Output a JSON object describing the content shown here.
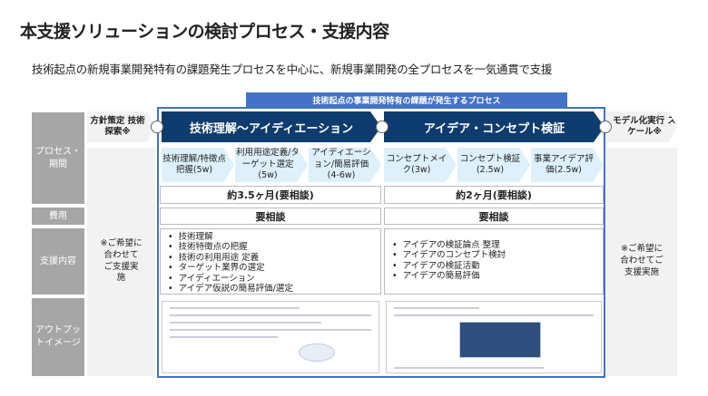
{
  "title": "本支援ソリューションの検討プロセス・支援内容",
  "subtitle": "技術起点の新規事業開発特有の課題発生プロセスを中心に、新規事業開発の全プロセスを一気通貫で支援",
  "highlight_label": "技術起点の事業開発特有の課題が発生するプロセス",
  "row_labels": {
    "process": "プロセス・期間",
    "cost": "費用",
    "support": "支援内容",
    "output": "アウトプットイメージ"
  },
  "pre_phase": "方針策定 技術探索※",
  "post_phase": "モデル化実行 スケール※",
  "side_note": "※ご希望に合わせてご支援実施",
  "phases": [
    {
      "title": "技術理解～アイディエーション",
      "steps": [
        "技術理解/特徴点把握(5w)",
        "利用用途定義/ターゲット選定(5w)",
        "アイディエーション/簡易評価(4-6w)"
      ],
      "duration": "約3.5ヶ月(要相談)",
      "cost": "要相談",
      "support": [
        "技術理解",
        "技術特徴点の把握",
        "技術の利用用途 定義",
        "ターゲット業界の選定",
        "アイディエーション",
        "アイデア仮説の簡易評価/選定"
      ]
    },
    {
      "title": "アイデア・コンセプト検証",
      "steps": [
        "コンセプトメイク(3w)",
        "コンセプト検証(2.5w)",
        "事業アイデア評価(2.5w)"
      ],
      "duration": "約2ヶ月(要相談)",
      "cost": "要相談",
      "support": [
        "アイデアの検証論点 整理",
        "アイデアのコンセプト検討",
        "アイデアの検証活動",
        "アイデアの簡易評価"
      ]
    }
  ],
  "colors": {
    "banner": "#0f3c6e",
    "accent": "#4472c4",
    "step": "#ddf0fb",
    "label": "#a6a6a6"
  }
}
